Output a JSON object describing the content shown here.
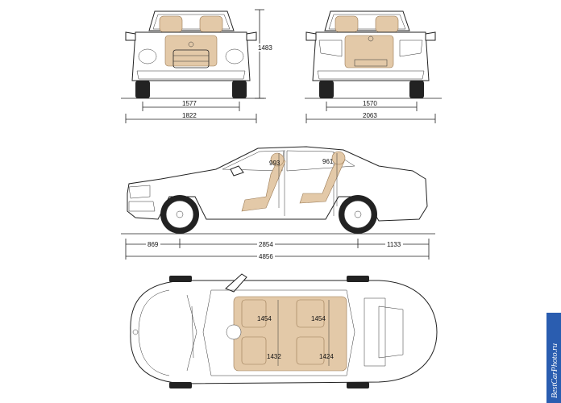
{
  "watermark": {
    "text": "BestCarPhoto.ru",
    "bg": "#2a5db0"
  },
  "dimensions": {
    "front_height": "1483",
    "front_track": "1577",
    "front_width": "1822",
    "rear_track": "1570",
    "rear_width": "2063",
    "front_headroom": "993",
    "rear_headroom": "961",
    "front_overhang": "869",
    "wheelbase": "2854",
    "rear_overhang": "1133",
    "overall_length": "4856",
    "front_shoulder": "1454",
    "rear_shoulder": "1454",
    "front_elbow": "1432",
    "rear_elbow": "1424"
  },
  "colors": {
    "interior_fill": "#e3c9a8",
    "line": "#222222"
  }
}
